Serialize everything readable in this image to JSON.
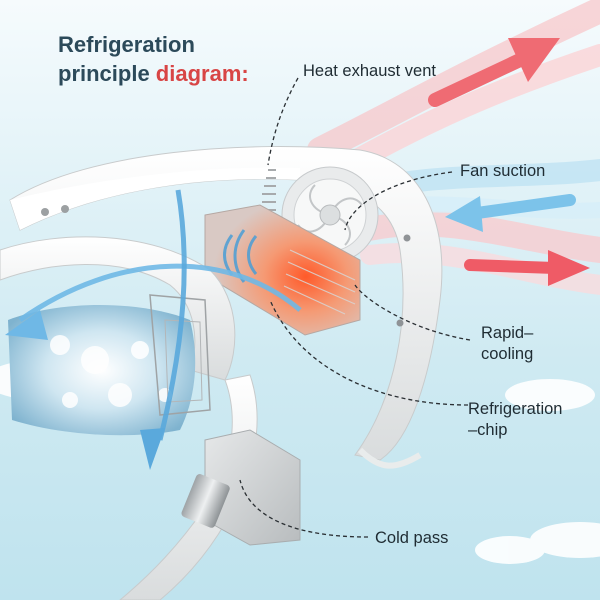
{
  "title": {
    "line1": "Refrigeration",
    "line2_prefix": "principle ",
    "line2_accent": "diagram:"
  },
  "labels": {
    "heat_exhaust_vent": "Heat exhaust vent",
    "fan_suction": "Fan suction",
    "rapid_cooling": [
      "Rapid–",
      "cooling"
    ],
    "refrigeration_chip": [
      "Refrigeration",
      "–chip"
    ],
    "cold_pass": "Cold pass"
  },
  "colors": {
    "title_main": "#2c4a5a",
    "title_accent": "#d84545",
    "hot_airflow": "#e8505a",
    "cold_airflow": "#3f9fd6",
    "device_body": "#f3f4f4",
    "heat_glow": "#f26a3d",
    "sky": "#cfeaf2"
  },
  "icons": {
    "hot_arrow": "arrow-right-red-icon",
    "cold_arrow": "arrow-left-blue-icon",
    "fan": "fan-icon",
    "chip": "chip-icon"
  }
}
